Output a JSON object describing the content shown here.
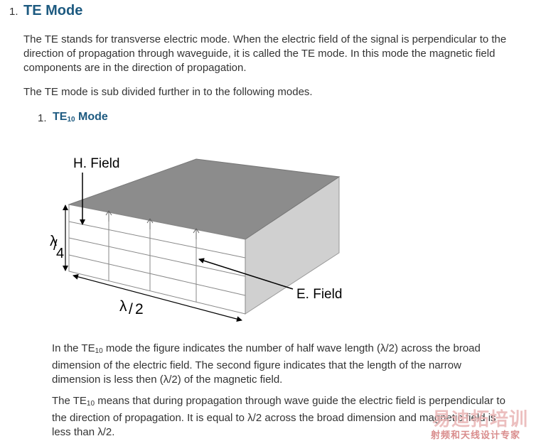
{
  "section": {
    "number": "1.",
    "title": "TE Mode",
    "para1": [
      "The TE stands for transverse electric mode. When the electric field of the signal is perpendicular to the",
      "direction of propagation through waveguide, it is called the TE mode.  In this mode the magnetic field",
      "components are in the direction of propagation."
    ],
    "para2": "The TE mode is sub divided further in to the following modes."
  },
  "subsection": {
    "number": "1.",
    "title_main": "TE",
    "title_sub": "10",
    "title_tail": " Mode"
  },
  "figure": {
    "h_field": "H. Field",
    "e_field": "E. Field",
    "lambda": "λ",
    "four": "4",
    "two": "2",
    "slash": "/"
  },
  "text": {
    "p3_l1_a": "In the TE",
    "p3_l1_sub": "10",
    "p3_l1_b": " mode the figure indicates the number of half wave length (λ/2) across the broad",
    "p3_l2": "dimension of the electric field. The second figure indicates that the length of the narrow",
    "p3_l3": "dimension is less then (λ/2) of the magnetic field.",
    "p4_l1_a": "The TE",
    "p4_l1_sub": "10",
    "p4_l1_b": " means that during propagation through wave guide the electric field is perpendicular to",
    "p4_l2": "the direction of propagation. It is equal to λ/2 across the broad dimension and magnetic field is",
    "p4_l3": "less than λ/2."
  },
  "watermark": {
    "top": "易迪拓培训",
    "bottom": "射频和天线设计专家"
  }
}
